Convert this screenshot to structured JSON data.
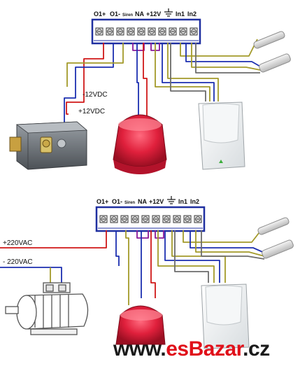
{
  "diagram_top": {
    "terminal_labels": {
      "o1_plus": "O1+",
      "o1_minus": "O1-",
      "siren": "Siren",
      "na": "NA",
      "plus_12v": "+12V",
      "in1": "In1",
      "in2": "In2"
    },
    "power_minus_label": "-12VDC",
    "power_plus_label": "+12VDC"
  },
  "diagram_bottom": {
    "terminal_labels": {
      "o1_plus": "O1+",
      "o1_minus": "O1-",
      "siren": "Siren",
      "na": "NA",
      "plus_12v": "+12V",
      "in1": "In1",
      "in2": "In2"
    },
    "ac_plus_label": "+220VAC",
    "ac_minus_label": "- 220VAC"
  },
  "watermark": {
    "prefix": "www.",
    "brand": "esBazar",
    "suffix": ".cz"
  },
  "colors": {
    "terminal_block_border": "#1f2fa0",
    "wire_red": "#d01818",
    "wire_blue": "#1c2fb0",
    "wire_olive": "#a39a2a",
    "wire_purple": "#8a1a9a",
    "wire_gray": "#6c6c6c",
    "siren_red": "#e0203c",
    "brand_red": "#e0101a"
  },
  "icons": [
    "ground-icon",
    "screw-terminal-icon",
    "door-lock-icon",
    "siren-icon",
    "pir-sensor-icon",
    "magnetic-contact-icon",
    "motor-icon"
  ]
}
